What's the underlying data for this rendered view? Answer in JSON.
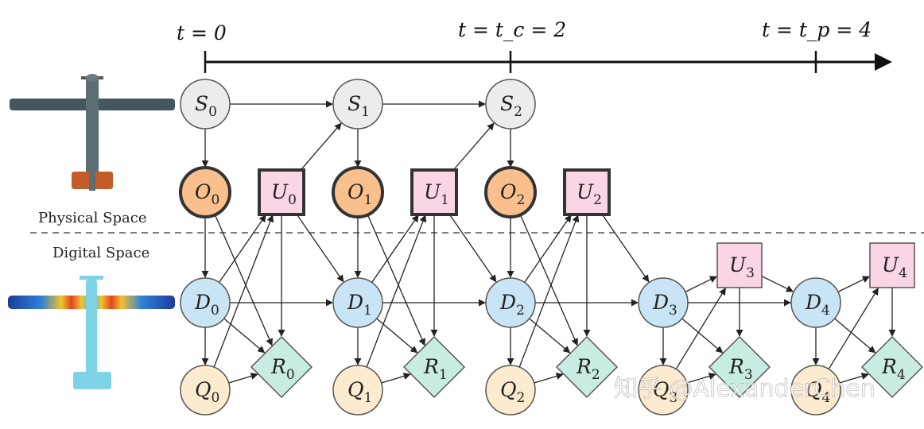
{
  "time_axis": {
    "labels": [
      {
        "id": "t0",
        "text": "t = 0"
      },
      {
        "id": "tc",
        "text": "t = t_c = 2"
      },
      {
        "id": "tp",
        "text": "t = t_p = 4"
      }
    ]
  },
  "regions": {
    "physical": "Physical Space",
    "digital": "Digital Space"
  },
  "watermark": "知乎 @AlexanderChen",
  "colors": {
    "S": "#ececec",
    "O": "#f9c08e",
    "U": "#f9d5e5",
    "D": "#c9e4f5",
    "Q": "#fdebd0",
    "R": "#c9ece2",
    "stroke": "#444444",
    "arrow": "#222222"
  },
  "nodes": [
    {
      "id": "S0",
      "letter": "S",
      "sub": "0",
      "kind": "circle",
      "cls": "S"
    },
    {
      "id": "S1",
      "letter": "S",
      "sub": "1",
      "kind": "circle",
      "cls": "S"
    },
    {
      "id": "S2",
      "letter": "S",
      "sub": "2",
      "kind": "circle",
      "cls": "S"
    },
    {
      "id": "O0",
      "letter": "O",
      "sub": "0",
      "kind": "circle",
      "cls": "O",
      "bold": true
    },
    {
      "id": "O1",
      "letter": "O",
      "sub": "1",
      "kind": "circle",
      "cls": "O",
      "bold": true
    },
    {
      "id": "O2",
      "letter": "O",
      "sub": "2",
      "kind": "circle",
      "cls": "O",
      "bold": true
    },
    {
      "id": "U0",
      "letter": "U",
      "sub": "0",
      "kind": "square",
      "cls": "U",
      "bold": true
    },
    {
      "id": "U1",
      "letter": "U",
      "sub": "1",
      "kind": "square",
      "cls": "U",
      "bold": true
    },
    {
      "id": "U2",
      "letter": "U",
      "sub": "2",
      "kind": "square",
      "cls": "U",
      "bold": true
    },
    {
      "id": "U3",
      "letter": "U",
      "sub": "3",
      "kind": "square",
      "cls": "U"
    },
    {
      "id": "U4",
      "letter": "U",
      "sub": "4",
      "kind": "square",
      "cls": "U"
    },
    {
      "id": "D0",
      "letter": "D",
      "sub": "0",
      "kind": "circle",
      "cls": "D"
    },
    {
      "id": "D1",
      "letter": "D",
      "sub": "1",
      "kind": "circle",
      "cls": "D"
    },
    {
      "id": "D2",
      "letter": "D",
      "sub": "2",
      "kind": "circle",
      "cls": "D"
    },
    {
      "id": "D3",
      "letter": "D",
      "sub": "3",
      "kind": "circle",
      "cls": "D"
    },
    {
      "id": "D4",
      "letter": "D",
      "sub": "4",
      "kind": "circle",
      "cls": "D"
    },
    {
      "id": "Q0",
      "letter": "Q",
      "sub": "0",
      "kind": "circle",
      "cls": "Q"
    },
    {
      "id": "Q1",
      "letter": "Q",
      "sub": "1",
      "kind": "circle",
      "cls": "Q"
    },
    {
      "id": "Q2",
      "letter": "Q",
      "sub": "2",
      "kind": "circle",
      "cls": "Q"
    },
    {
      "id": "Q3",
      "letter": "Q",
      "sub": "3",
      "kind": "circle",
      "cls": "Q"
    },
    {
      "id": "Q4",
      "letter": "Q",
      "sub": "4",
      "kind": "circle",
      "cls": "Q"
    },
    {
      "id": "R0",
      "letter": "R",
      "sub": "0",
      "kind": "diamond",
      "cls": "R"
    },
    {
      "id": "R1",
      "letter": "R",
      "sub": "1",
      "kind": "diamond",
      "cls": "R"
    },
    {
      "id": "R2",
      "letter": "R",
      "sub": "2",
      "kind": "diamond",
      "cls": "R"
    },
    {
      "id": "R3",
      "letter": "R",
      "sub": "3",
      "kind": "diamond",
      "cls": "R"
    },
    {
      "id": "R4",
      "letter": "R",
      "sub": "4",
      "kind": "diamond",
      "cls": "R"
    }
  ],
  "edges": [
    [
      "S0",
      "S1"
    ],
    [
      "S1",
      "S2"
    ],
    [
      "S0",
      "O0"
    ],
    [
      "S1",
      "O1"
    ],
    [
      "S2",
      "O2"
    ],
    [
      "U0",
      "S1"
    ],
    [
      "U1",
      "S2"
    ],
    [
      "O0",
      "D0"
    ],
    [
      "O1",
      "D1"
    ],
    [
      "O2",
      "D2"
    ],
    [
      "O0",
      "R0"
    ],
    [
      "O1",
      "R1"
    ],
    [
      "O2",
      "R2"
    ],
    [
      "U0",
      "D1"
    ],
    [
      "U1",
      "D2"
    ],
    [
      "U2",
      "D3"
    ],
    [
      "U0",
      "R0"
    ],
    [
      "U1",
      "R1"
    ],
    [
      "U2",
      "R2"
    ],
    [
      "D0",
      "U0"
    ],
    [
      "D1",
      "U1"
    ],
    [
      "D2",
      "U2"
    ],
    [
      "D3",
      "U3"
    ],
    [
      "D4",
      "U4"
    ],
    [
      "Q0",
      "U0"
    ],
    [
      "Q1",
      "U1"
    ],
    [
      "Q2",
      "U2"
    ],
    [
      "Q3",
      "U3"
    ],
    [
      "Q4",
      "U4"
    ],
    [
      "D0",
      "D1"
    ],
    [
      "D1",
      "D2"
    ],
    [
      "D2",
      "D3"
    ],
    [
      "D3",
      "D4"
    ],
    [
      "U3",
      "D4"
    ],
    [
      "D0",
      "Q0"
    ],
    [
      "D1",
      "Q1"
    ],
    [
      "D2",
      "Q2"
    ],
    [
      "D3",
      "Q3"
    ],
    [
      "D4",
      "Q4"
    ],
    [
      "D0",
      "R0"
    ],
    [
      "D1",
      "R1"
    ],
    [
      "D2",
      "R2"
    ],
    [
      "D3",
      "R3"
    ],
    [
      "D4",
      "R4"
    ],
    [
      "Q0",
      "R0"
    ],
    [
      "Q1",
      "R1"
    ],
    [
      "Q2",
      "R2"
    ],
    [
      "Q3",
      "R3"
    ],
    [
      "Q4",
      "R4"
    ],
    [
      "U3",
      "R3"
    ],
    [
      "U4",
      "R4"
    ]
  ]
}
